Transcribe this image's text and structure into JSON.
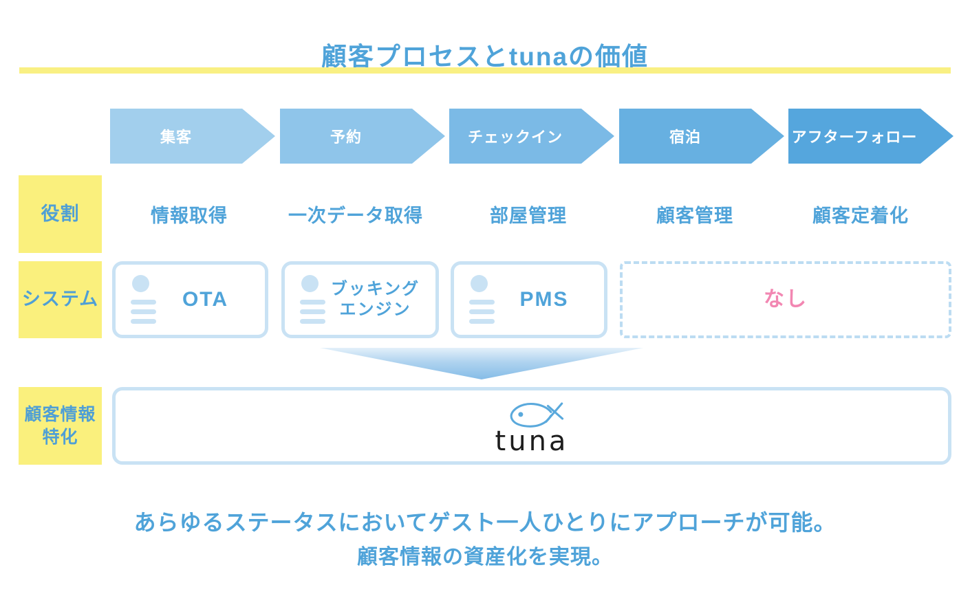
{
  "title": "顧客プロセスとtunaの価値",
  "process": {
    "steps": [
      {
        "label": "集客",
        "color": "#A2CFED"
      },
      {
        "label": "予約",
        "color": "#8FC5EA"
      },
      {
        "label": "チェックイン",
        "color": "#7BBAE6"
      },
      {
        "label": "宿泊",
        "color": "#67B0E1"
      },
      {
        "label": "アフターフォロー",
        "color": "#55A6DD"
      }
    ]
  },
  "row_labels": {
    "role": "役割",
    "system": "システム",
    "tuna": "顧客情報\n特化"
  },
  "roles": [
    "情報取得",
    "一次データ取得",
    "部屋管理",
    "顧客管理",
    "顧客定着化"
  ],
  "systems": {
    "ota": "OTA",
    "booking_engine": "ブッキング\nエンジン",
    "pms": "PMS",
    "none": "なし"
  },
  "logo": {
    "wordmark": "tuna",
    "icon": "fish-icon"
  },
  "footer": {
    "line1": "あらゆるステータスにおいてゲスト一人ひとりにアプローチが可能。",
    "line2": "顧客情報の資産化を実現。"
  },
  "colors": {
    "accent_blue": "#4FA3D9",
    "yellow_box": "#FAF07D",
    "underline_yellow": "#F9F083",
    "light_blue_border": "#C9E2F4",
    "pink_none": "#F287B2",
    "arrow_text": "#FFFFFF"
  }
}
